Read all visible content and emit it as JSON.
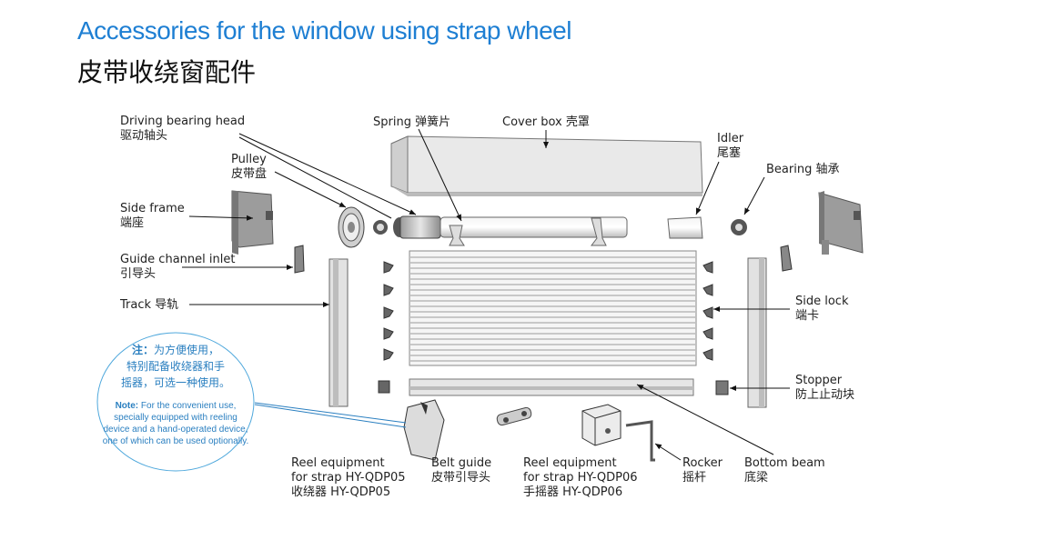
{
  "title_en": "Accessories for the window using strap wheel",
  "title_zh": "皮带收绕窗配件",
  "labels": {
    "driving_bearing_head": [
      "Driving bearing head",
      "驱动轴头"
    ],
    "pulley": [
      "Pulley",
      "皮带盘"
    ],
    "spring": "Spring 弹簧片",
    "cover_box": "Cover box  壳罩",
    "idler": [
      "Idler",
      "尾塞"
    ],
    "bearing": "Bearing 轴承",
    "side_frame": [
      "Side frame",
      "端座"
    ],
    "guide_channel_inlet": [
      "Guide channel inlet",
      "引导头"
    ],
    "track": "Track 导轨",
    "side_lock": [
      "Side lock",
      "端卡"
    ],
    "stopper": [
      "Stopper",
      "防上止动块"
    ],
    "reel_05": [
      "Reel equipment",
      "for strap HY-QDP05",
      "收绕器 HY-QDP05"
    ],
    "belt_guide": [
      "Belt guide",
      "皮带引导头"
    ],
    "reel_06": [
      "Reel equipment",
      "for strap HY-QDP06",
      "手摇器 HY-QDP06"
    ],
    "rocker": [
      "Rocker",
      "摇杆"
    ],
    "bottom_beam": [
      "Bottom beam",
      "底梁"
    ]
  },
  "note": {
    "zh_prefix": "注：",
    "zh_text": "为方便使用，特别配备收绕器和手摇器，可选一种使用。",
    "zh_lines": [
      "为方便使用，",
      "特别配备收绕器和手",
      "摇器，可选一种使用。"
    ],
    "en_prefix": "Note:",
    "en_text": " For the convenient use, specially equipped with reeling device and a hand-operated device, one of which can be used optionally."
  },
  "colors": {
    "title_blue": "#1e7fd3",
    "note_blue": "#2a7fc0",
    "part_fill": "#d8d8d8",
    "line": "#111111"
  }
}
